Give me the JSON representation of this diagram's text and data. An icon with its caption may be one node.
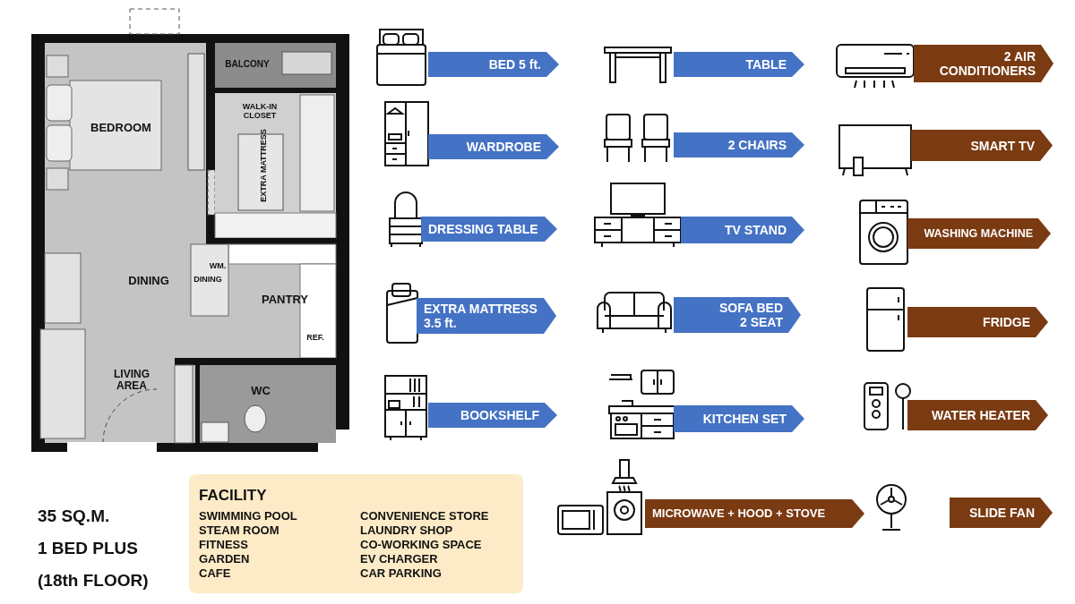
{
  "diagram": {
    "nodes": [
      {
        "text": [
          "BED 5 ft."
        ]
      },
      {
        "text": [
          "WARDROBE"
        ]
      },
      {
        "text": [
          "DRESSING TABLE"
        ]
      },
      {
        "text": [
          "EXTRA MATTRESS 3.5 ft."
        ]
      },
      {
        "text": [
          "BOOKSHELF"
        ]
      },
      {
        "text": [
          "TABLE"
        ]
      },
      {
        "text": [
          "2 CHAIRS"
        ]
      },
      {
        "text": [
          "TV STAND"
        ]
      },
      {
        "text": [
          "SOFA BED 2 SEAT"
        ]
      },
      {
        "text": [
          "KITCHEN SET"
        ]
      },
      {
        "text": [
          "MICROWAVE + HOOD + STOVE"
        ]
      },
      {
        "text": [
          "2 AIR CONDITIONERS"
        ]
      },
      {
        "text": [
          "SMART TV"
        ]
      },
      {
        "text": [
          "WASHING MACHINE"
        ]
      },
      {
        "text": [
          "FRIDGE"
        ]
      },
      {
        "text": [
          "WATER HEATER"
        ]
      },
      {
        "text": [
          "SLIDE FAN"
        ]
      },
      {
        "text": [
          "FACILITY",
          "SWIMMING POOL",
          "STEAM ROOM",
          "FITNESS",
          "GARDEN",
          "CAFE",
          "CONVENIENCE STORE",
          "LAUNDRY SHOP",
          "CO-WORKING SPACE",
          "EV CHARGER",
          "CAR PARKING"
        ]
      }
    ],
    "labels": [
      "BALCONY",
      "BEDROOM",
      "WALK-IN CLOSET",
      "EXTRA MATTRESS",
      "WM.",
      "DINING",
      "DINING",
      "PANTRY",
      "REF.",
      "LIVING AREA",
      "WC",
      "35 SQ.M.",
      "1 BED PLUS",
      "(18th FLOOR)"
    ]
  }
}
